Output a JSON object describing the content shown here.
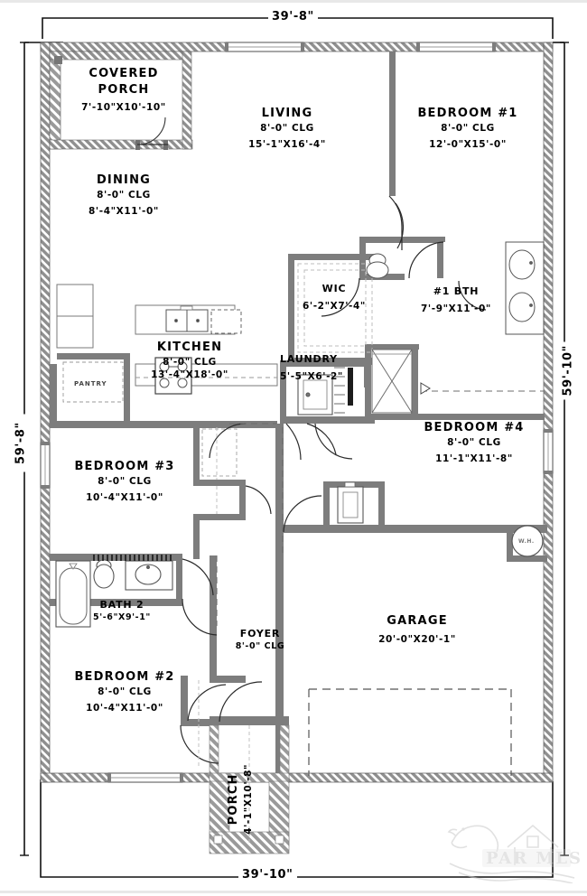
{
  "document": {
    "type": "residential-floor-plan",
    "title": "Single Story 4 Bedroom Floor Plan"
  },
  "dimensions": {
    "top": "39'-8\"",
    "bottom": "39'-10\"",
    "left": "59'-8\"",
    "right": "59'-10\""
  },
  "rooms": [
    {
      "key": "covered_porch",
      "name": "COVERED PORCH",
      "name_line1": "COVERED",
      "name_line2": "PORCH",
      "ceiling": "",
      "size": "7'-10\"X10'-10\""
    },
    {
      "key": "living",
      "name": "LIVING",
      "ceiling": "8'-0\" CLG",
      "size": "15'-1\"X16'-4\""
    },
    {
      "key": "bedroom1",
      "name": "BEDROOM #1",
      "ceiling": "8'-0\" CLG",
      "size": "12'-0\"X15'-0\""
    },
    {
      "key": "dining",
      "name": "DINING",
      "ceiling": "8'-0\" CLG",
      "size": "8'-4\"X11'-0\""
    },
    {
      "key": "wic",
      "name": "WIC",
      "ceiling": "",
      "size": "6'-2\"X7'-4\""
    },
    {
      "key": "bath1",
      "name": "#1 BTH",
      "ceiling": "",
      "size": "7'-9\"X11'-0\""
    },
    {
      "key": "kitchen",
      "name": "KITCHEN",
      "ceiling": "8'-0\" CLG",
      "size": "13'-4\"X18'-0\""
    },
    {
      "key": "laundry",
      "name": "LAUNDRY",
      "ceiling": "",
      "size": "5'-5\"X6'-2\""
    },
    {
      "key": "bedroom4",
      "name": "BEDROOM #4",
      "ceiling": "8'-0\" CLG",
      "size": "11'-1\"X11'-8\""
    },
    {
      "key": "bedroom3",
      "name": "BEDROOM #3",
      "ceiling": "8'-0\" CLG",
      "size": "10'-4\"X11'-0\""
    },
    {
      "key": "bath2",
      "name": "BATH 2",
      "ceiling": "",
      "size": "5'-6\"X9'-1\""
    },
    {
      "key": "foyer",
      "name": "FOYER",
      "ceiling": "8'-0\" CLG",
      "size": ""
    },
    {
      "key": "bedroom2",
      "name": "BEDROOM #2",
      "ceiling": "8'-0\" CLG",
      "size": "10'-4\"X11'-0\""
    },
    {
      "key": "garage",
      "name": "GARAGE",
      "ceiling": "",
      "size": "20'-0\"X20'-1\""
    },
    {
      "key": "porch",
      "name": "PORCH",
      "ceiling": "",
      "size": "4'-1\"X10'-8\""
    }
  ],
  "fixtures": {
    "pantry_label": "PANTRY",
    "water_heater_label": "W.H."
  },
  "watermark": {
    "text": "PAR MLS"
  },
  "colors": {
    "exterior_wall": "#8a8a8a",
    "interior_wall": "#7d7d7d",
    "line": "#1a1a1a",
    "fixture_line": "#555555",
    "page_background": "#ffffff"
  }
}
